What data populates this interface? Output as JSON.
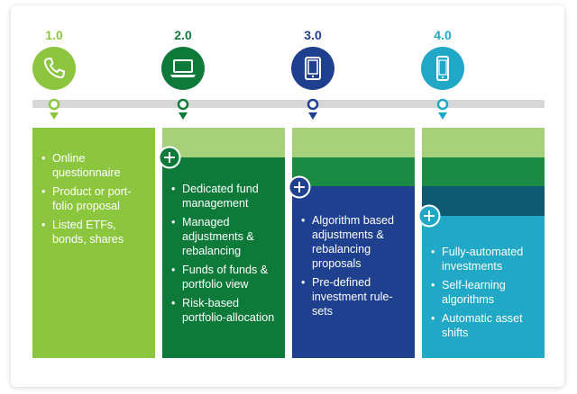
{
  "colors": {
    "light_green": "#8cc63f",
    "pale_green": "#a6d17a",
    "dark_green": "#0e7a3a",
    "mid_green": "#1a8a45",
    "navy": "#1f3f8f",
    "deep_teal": "#0f5a73",
    "teal": "#20a8c6",
    "rail_gray": "#d7d7d7"
  },
  "stages": [
    {
      "version": "1.0",
      "icon": "phone-icon",
      "items": [
        "Online questionnaire",
        "Product or port-folio proposal",
        "Listed ETFs, bonds, shares"
      ]
    },
    {
      "version": "2.0",
      "icon": "laptop-icon",
      "items": [
        "Dedicated fund management",
        "Managed adjustments & rebalancing",
        "Funds of funds & portfolio view",
        "Risk-based portfolio-allocation"
      ]
    },
    {
      "version": "3.0",
      "icon": "tablet-icon",
      "items": [
        "Algorithm based adjustments & rebalancing proposals",
        "Pre-defined investment rule-sets"
      ]
    },
    {
      "version": "4.0",
      "icon": "smartphone-icon",
      "items": [
        "Fully-automated investments",
        "Self-learning algorithms",
        "Automatic asset shifts"
      ]
    }
  ]
}
